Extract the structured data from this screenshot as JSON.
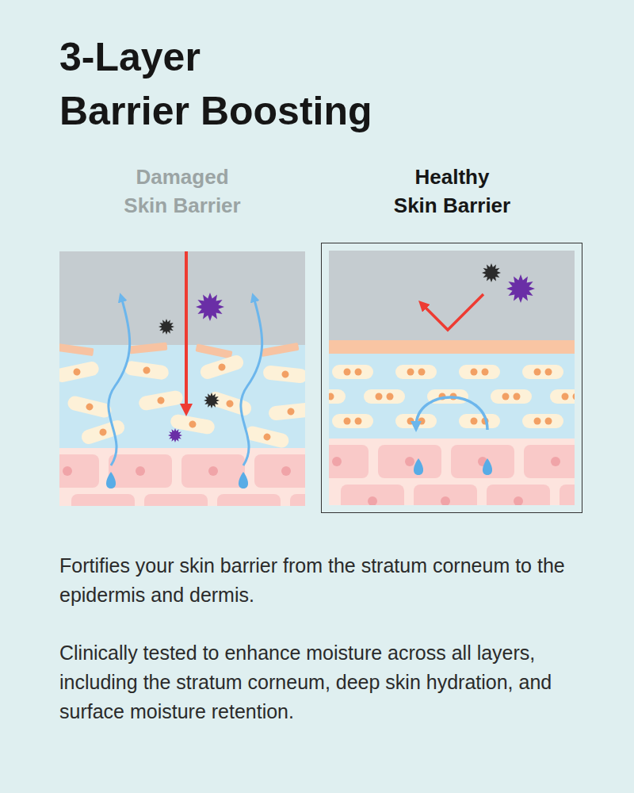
{
  "diagram": {
    "title": "3-Layer Barrier Boosting",
    "nodes": [
      {
        "text": [
          "Damaged Skin Barrier"
        ]
      },
      {
        "text": [
          "Healthy Skin Barrier"
        ]
      }
    ],
    "labels": [
      "Fortifies your skin barrier from the stratum corneum to the epidermis and dermis.",
      "Clinically tested to enhance moisture across all layers, including the stratum corneum, deep skin hydration, and surface moisture retention."
    ]
  }
}
